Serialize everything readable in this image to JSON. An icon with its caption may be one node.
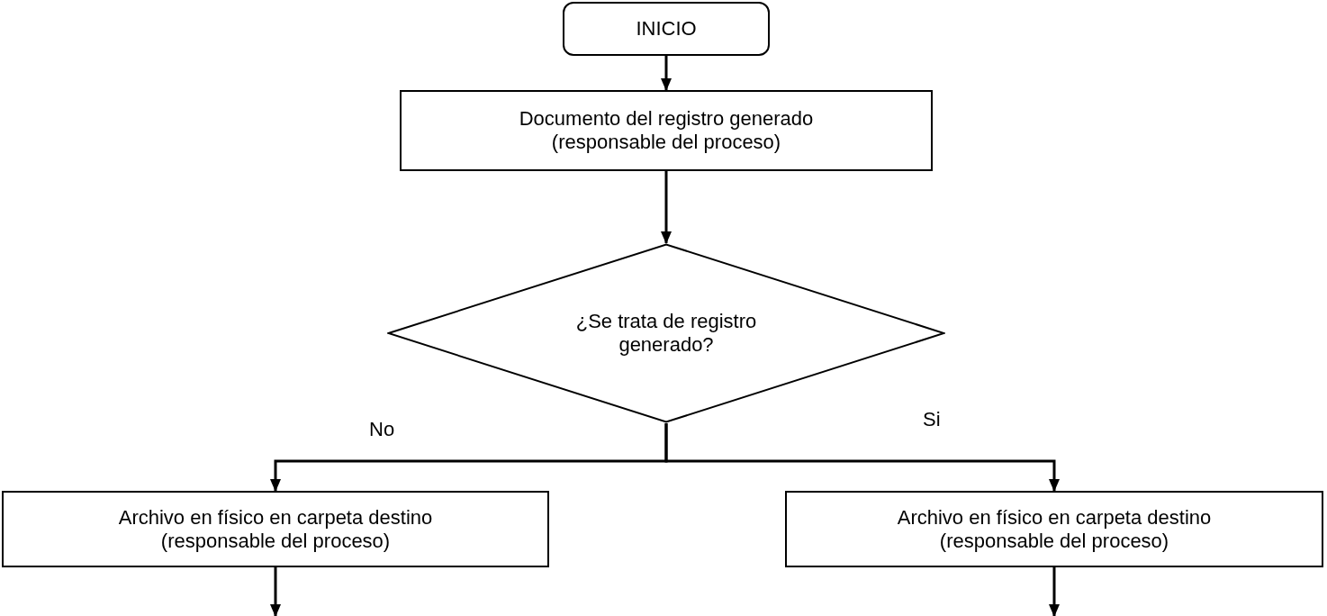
{
  "diagram": {
    "nodes": [
      {
        "text": [
          "INICIO"
        ]
      },
      {
        "text": [
          "Documento del registro generado",
          "(responsable del proceso)"
        ]
      },
      {
        "text": [
          "¿Se trata de registro generado?"
        ]
      },
      {
        "text": [
          "Archivo en físico en carpeta destino",
          "(responsable del proceso)"
        ]
      },
      {
        "text": [
          "Archivo en físico en carpeta destino",
          "(responsable del proceso)"
        ]
      }
    ],
    "edges": [
      {
        "from": 0,
        "to": 1,
        "arrow": "to"
      },
      {
        "from": 1,
        "to": 2,
        "arrow": "to"
      },
      {
        "from": 2,
        "to": 3,
        "arrow": "to",
        "label": "No"
      },
      {
        "from": 2,
        "to": 4,
        "arrow": "to",
        "label": "Si"
      },
      {
        "from": 3,
        "to": null,
        "arrow": "to"
      },
      {
        "from": 4,
        "to": null,
        "arrow": "to"
      }
    ]
  }
}
